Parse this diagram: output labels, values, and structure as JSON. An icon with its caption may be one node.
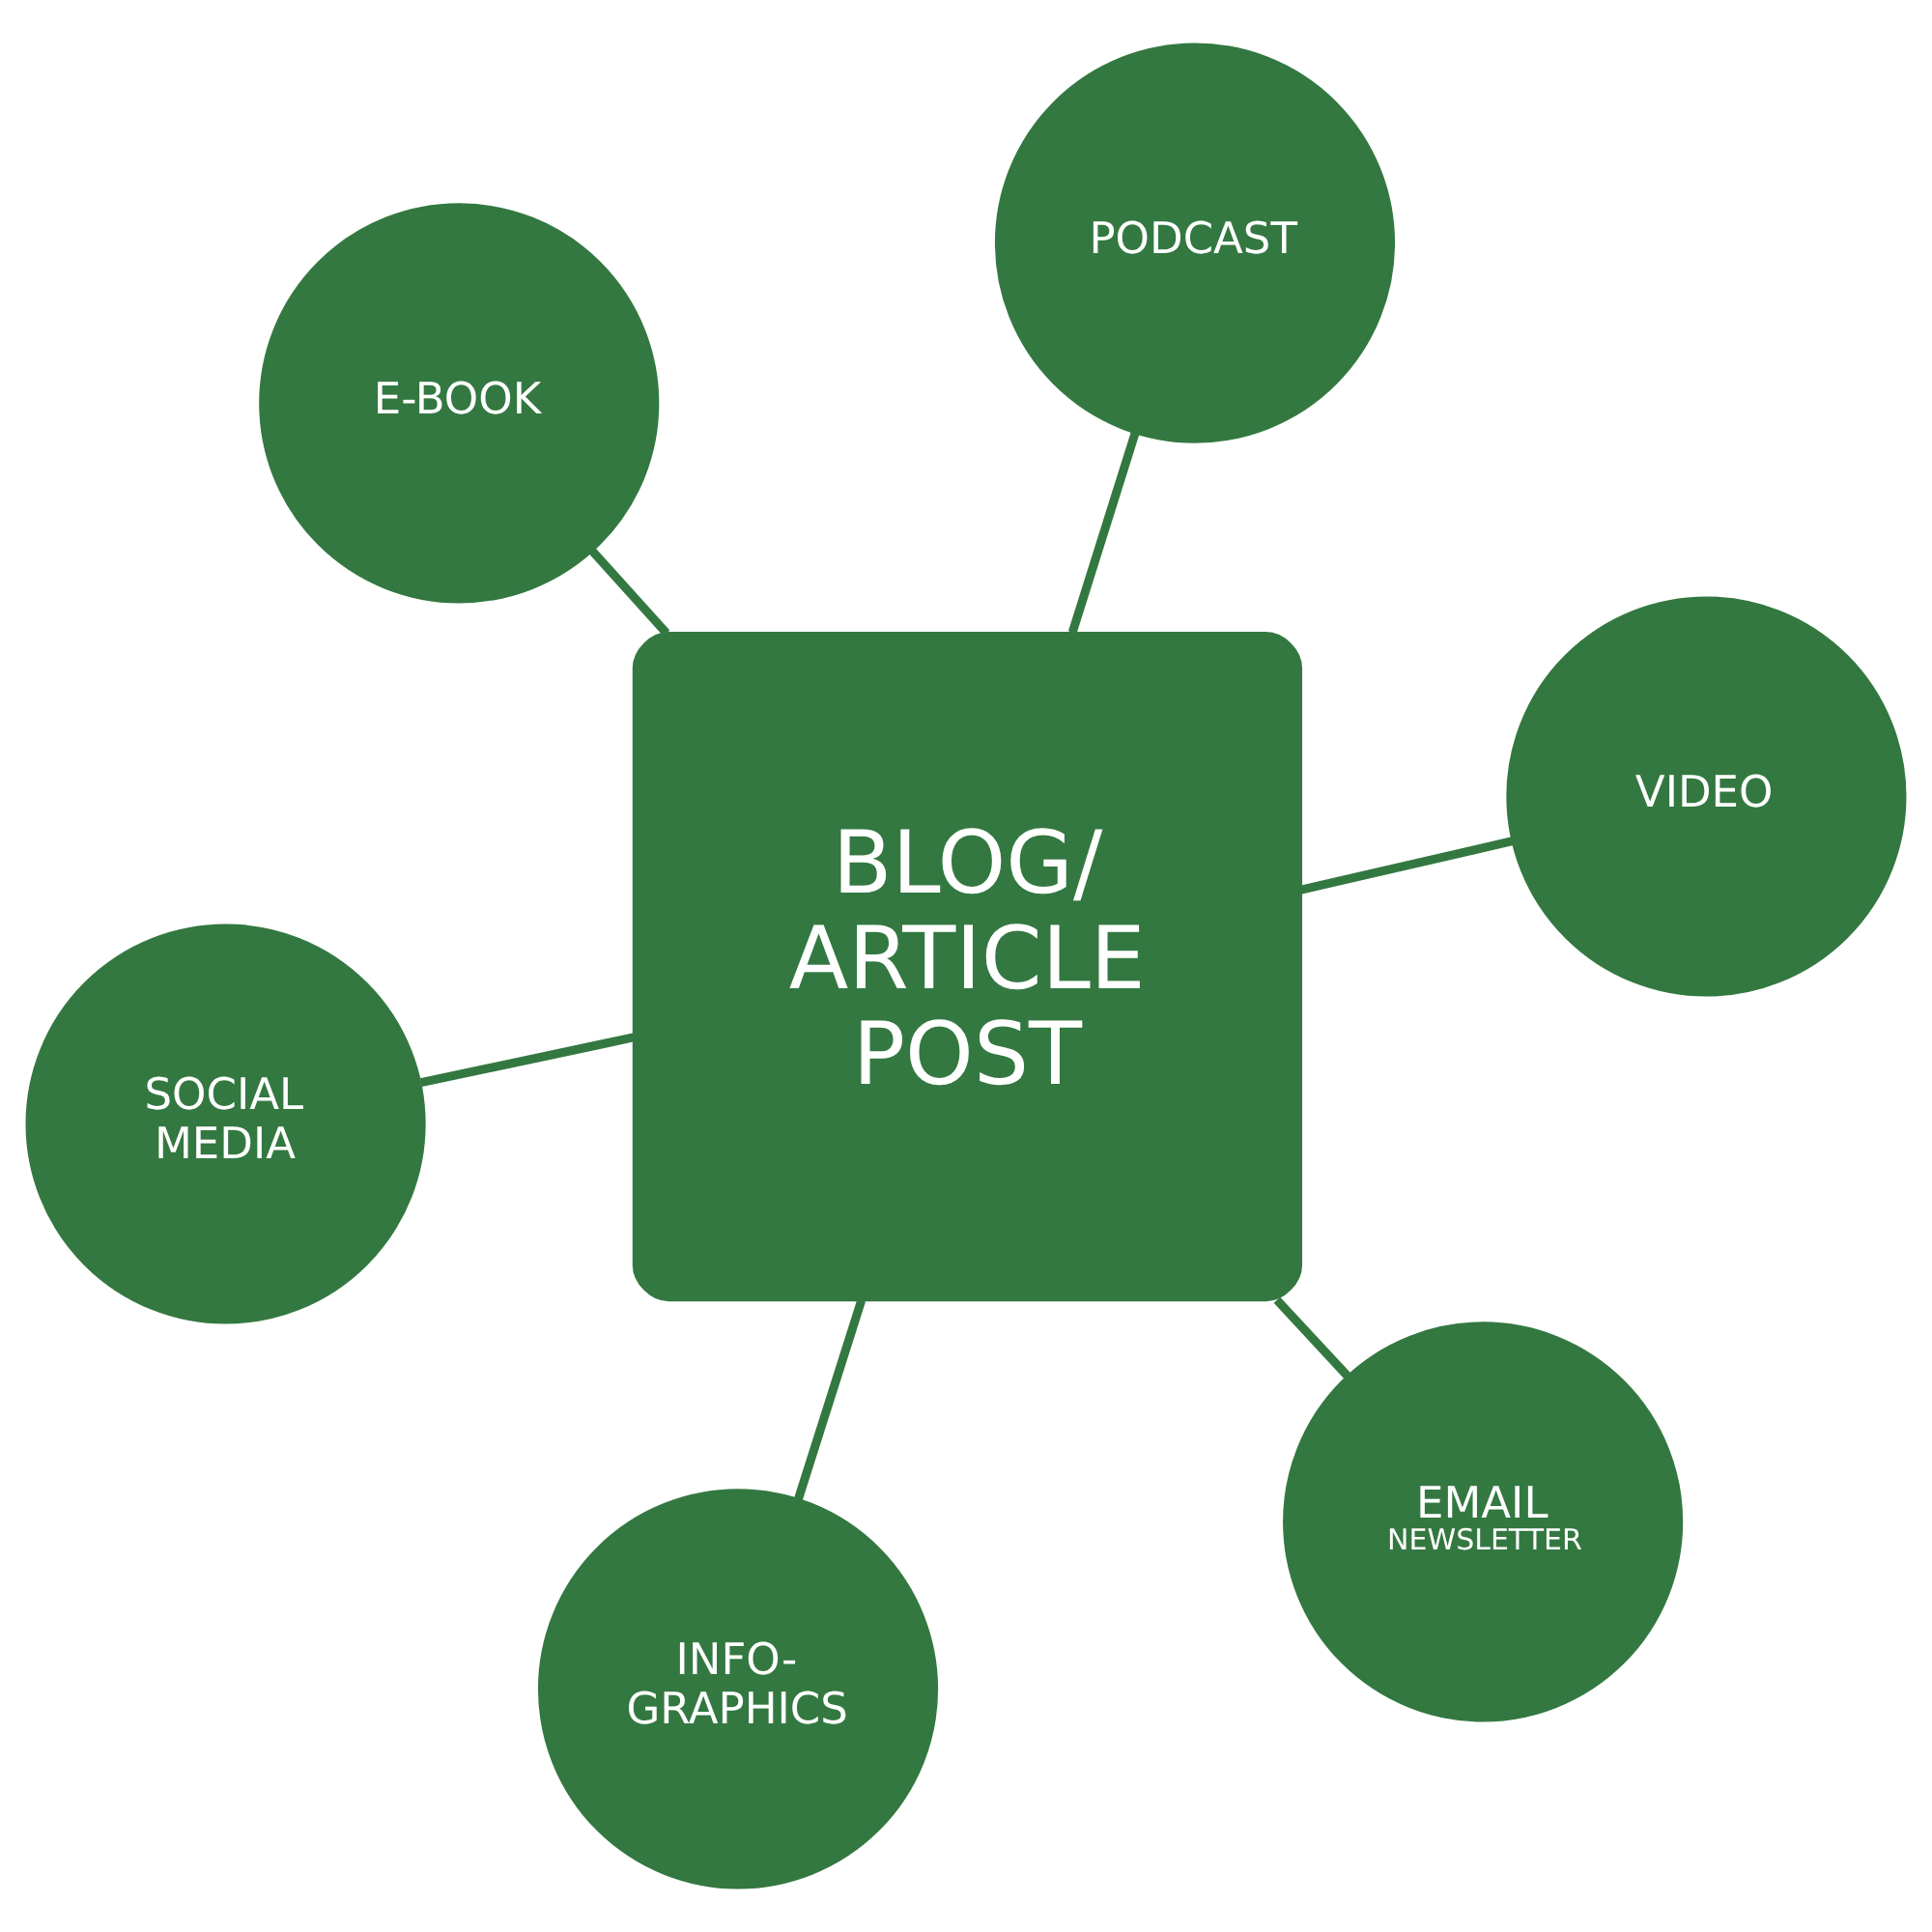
{
  "diagram": {
    "nodes": [
      {
        "text": [
          "SOCIAL MEDIA"
        ]
      },
      {
        "text": [
          "EMAIL",
          "NEWSLETTER"
        ]
      },
      {
        "text": [
          "BLOG/ ARTICLE POST"
        ]
      },
      {
        "text": [
          "E-BOOK"
        ]
      },
      {
        "text": [
          "VIDEO"
        ]
      },
      {
        "text": [
          "PODCAST"
        ]
      },
      {
        "text": [
          "INFO- GRAPHICS"
        ]
      }
    ],
    "edges": [
      {
        "from": 2,
        "to": 0,
        "arrow": "none"
      },
      {
        "from": 2,
        "to": 1,
        "arrow": "none"
      },
      {
        "from": 2,
        "to": 3,
        "arrow": "none"
      },
      {
        "from": 2,
        "to": 4,
        "arrow": "none"
      },
      {
        "from": 2,
        "to": 5,
        "arrow": "none"
      },
      {
        "from": 2,
        "to": 6,
        "arrow": "none"
      }
    ]
  }
}
